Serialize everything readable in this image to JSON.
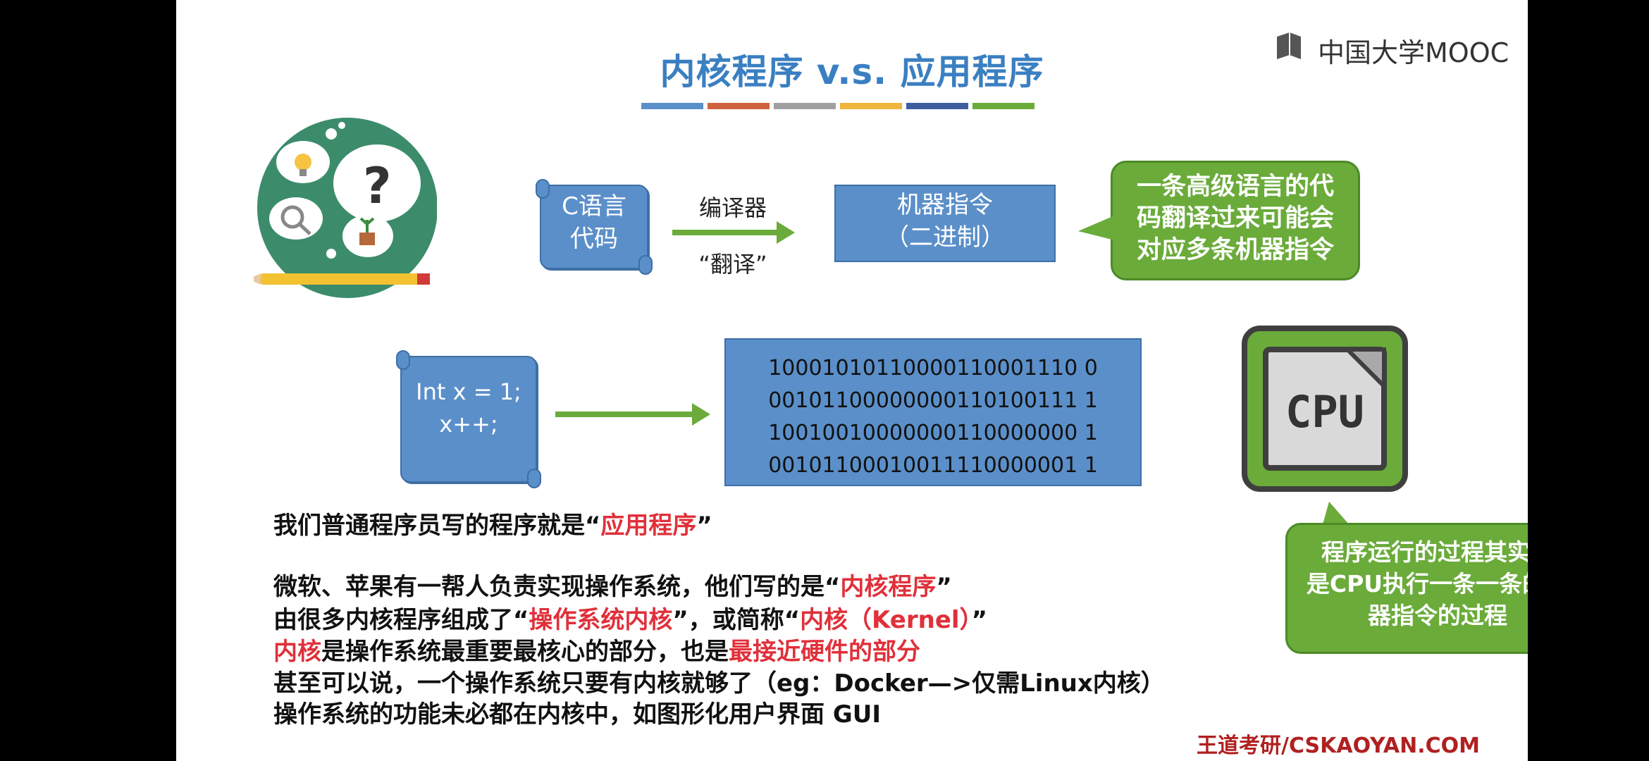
{
  "slide": {
    "title": "内核程序 v.s. 应用程序",
    "logo_text": "中国大学MOOC",
    "color_bar_colors": [
      "#5b8fc9",
      "#d0633e",
      "#a0a0a0",
      "#f0b53b",
      "#3d5d9e",
      "#6aab3a"
    ],
    "flow1": {
      "source_label_line1": "C语言",
      "source_label_line2": "代码",
      "arrow_label_top": "编译器",
      "arrow_label_bottom": "“翻译”",
      "target_label_line1": "机器指令",
      "target_label_line2": "（二进制）",
      "callout": [
        "一条高级语言的代",
        "码翻译过来可能会",
        "对应多条机器指令"
      ]
    },
    "flow2": {
      "code_line1": "Int x = 1;",
      "code_line2": "x++;",
      "binary_lines": [
        "10001010110000110001110 0",
        "00101100000000110100111 1",
        "10010010000000110000000 1",
        "00101100010011110000001 1"
      ],
      "cpu_label": "CPU",
      "callout": [
        "程序运行的过程其实就",
        "是CPU执行一条一条的机",
        "器指令的过程"
      ]
    },
    "body": {
      "line1_a": "我们普通程序员写的程序就是“",
      "line1_b": "应用程序",
      "line1_c": "”",
      "line2_a": "微软、苹果有一帮人负责实现操作系统，他们写的是“",
      "line2_b": "内核程序",
      "line2_c": "”",
      "line3_a": "由很多内核程序组成了“",
      "line3_b": "操作系统内核",
      "line3_c": "”，或简称“",
      "line3_d": "内核（Kernel）",
      "line3_e": "”",
      "line4_a": "内核",
      "line4_b": "是操作系统最重要最核心的部分，也是",
      "line4_c": "最接近硬件的部分",
      "line5": "甚至可以说，一个操作系统只要有内核就够了（eg：Docker—>仅需Linux内核）",
      "line6": "操作系统的功能未必都在内核中，如图形化用户界面 GUI"
    },
    "footer": "王道考研/CSKAOYAN.COM"
  }
}
